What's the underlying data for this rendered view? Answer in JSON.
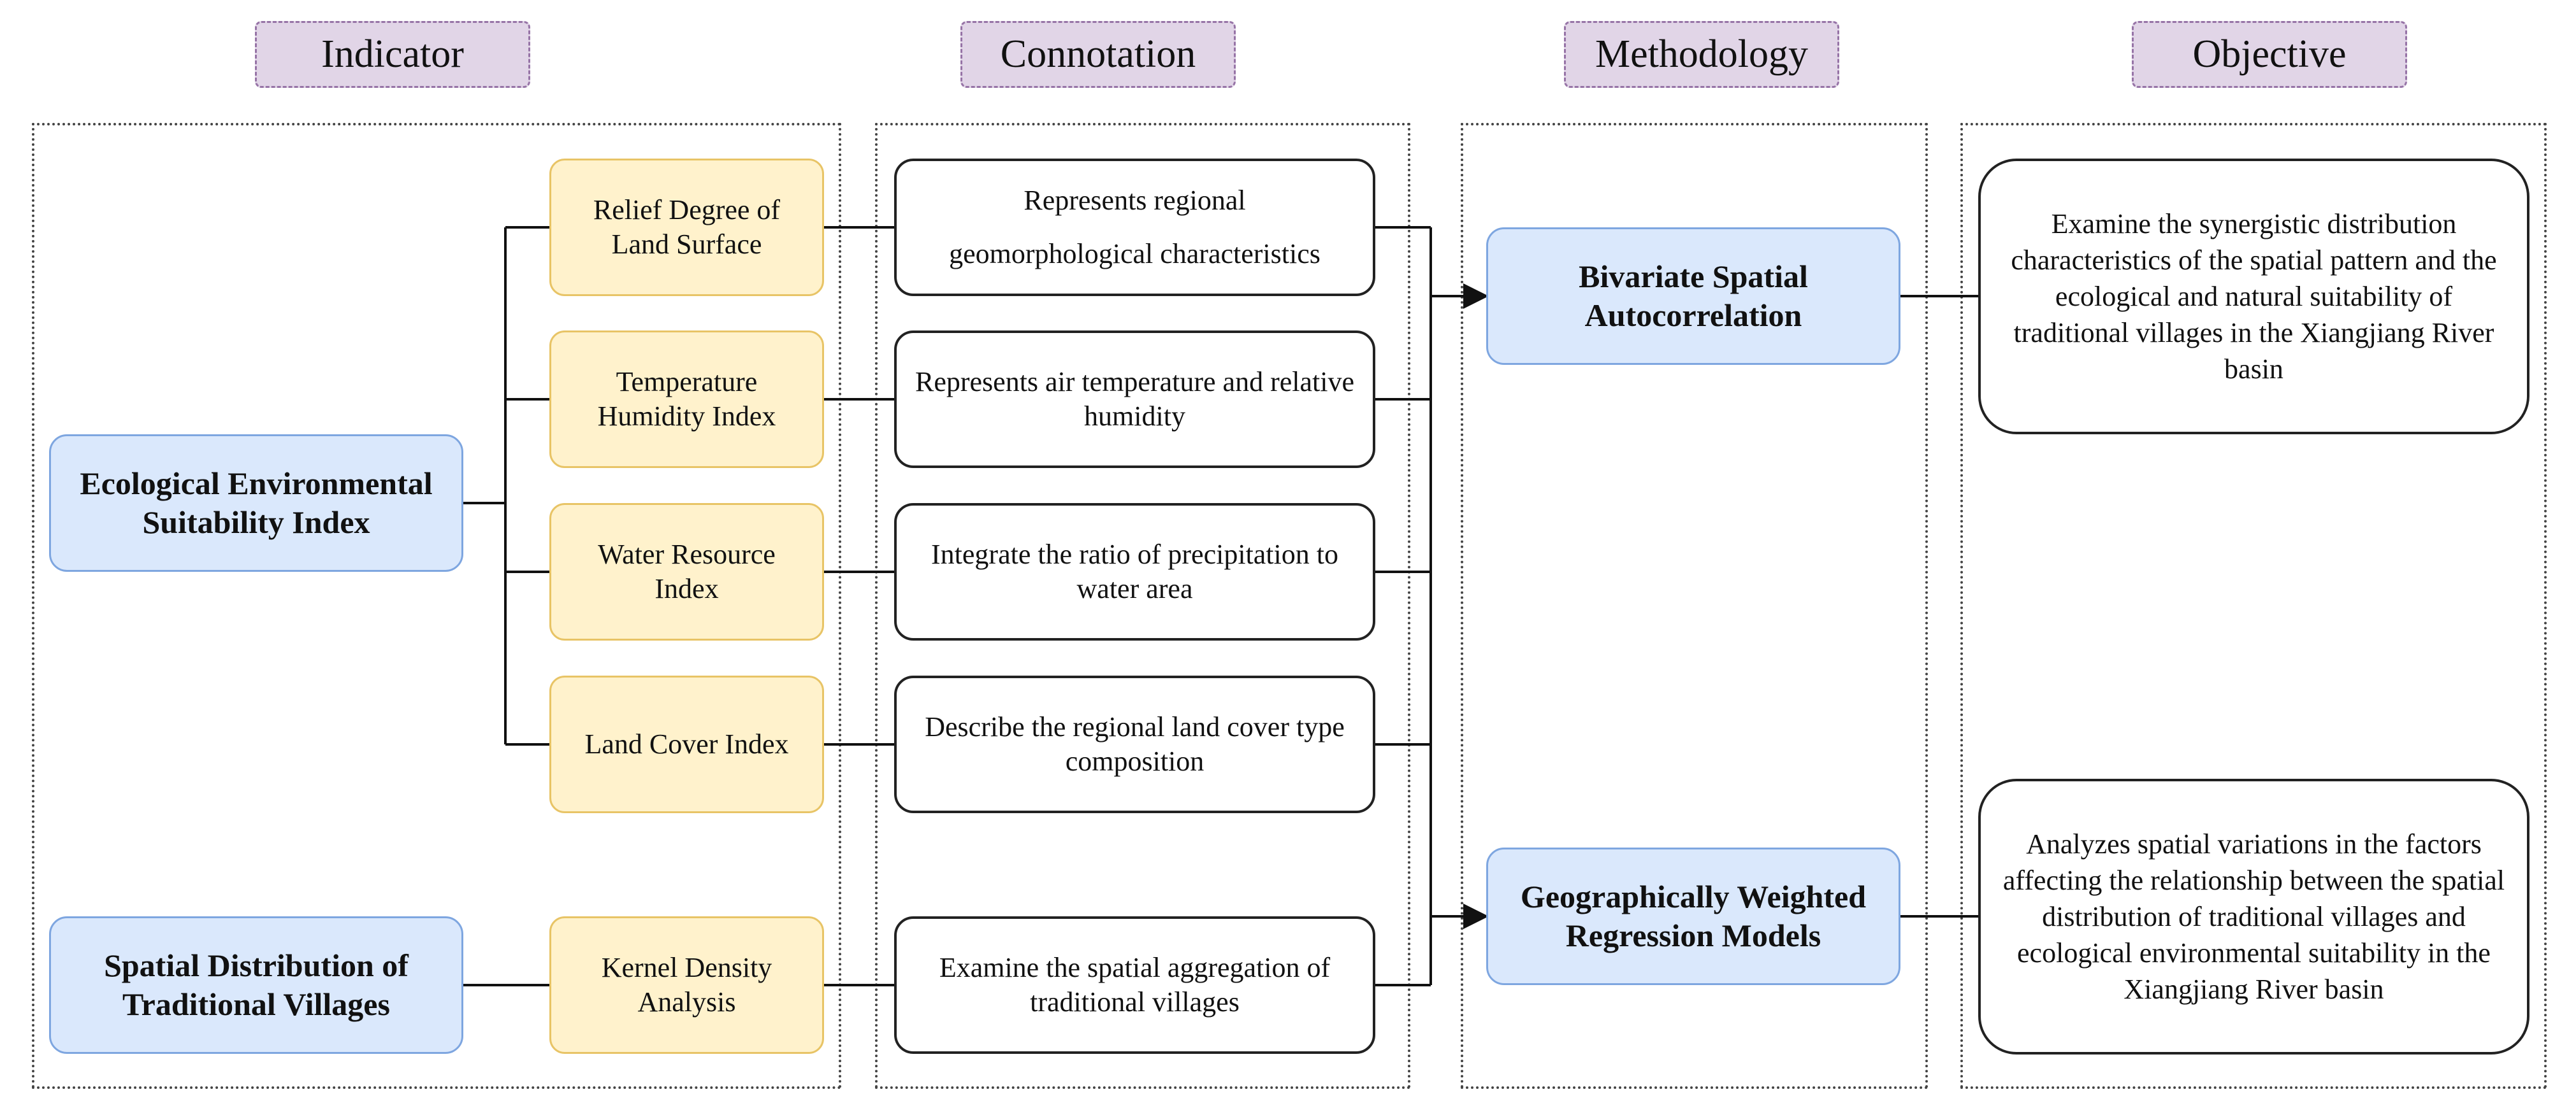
{
  "headers": {
    "indicator": "Indicator",
    "connotation": "Connotation",
    "methodology": "Methodology",
    "objective": "Objective"
  },
  "indices": {
    "eco": "Ecological Environmental Suitability Index",
    "spatial": "Spatial Distribution of Traditional Villages"
  },
  "indicators": {
    "relief": "Relief Degree of Land Surface",
    "thi": "Temperature Humidity Index",
    "water": "Water Resource Index",
    "land": "Land Cover Index",
    "kernel": "Kernel Density Analysis"
  },
  "connotations": {
    "relief_line1": "Represents regional",
    "relief_line2": "geomorphological characteristics",
    "thi": "Represents air temperature and relative humidity",
    "water": "Integrate the ratio of precipitation to water area",
    "land": "Describe the regional land cover type composition",
    "kernel": "Examine the spatial aggregation of traditional villages"
  },
  "methods": {
    "bivariate": "Bivariate Spatial Autocorrelation",
    "gwr": "Geographically Weighted Regression Models"
  },
  "objectives": {
    "bivariate": "Examine the synergistic distribution characteristics of the spatial pattern and the ecological and natural suitability of traditional villages in the Xiangjiang River basin",
    "gwr": "Analyzes spatial variations in the factors affecting the relationship between the spatial distribution of traditional villages and ecological environmental suitability in the Xiangjiang River basin"
  },
  "colors": {
    "header_fill": "#e1d5e7",
    "blue_fill": "#dae8fc",
    "yellow_fill": "#fff2cc"
  }
}
